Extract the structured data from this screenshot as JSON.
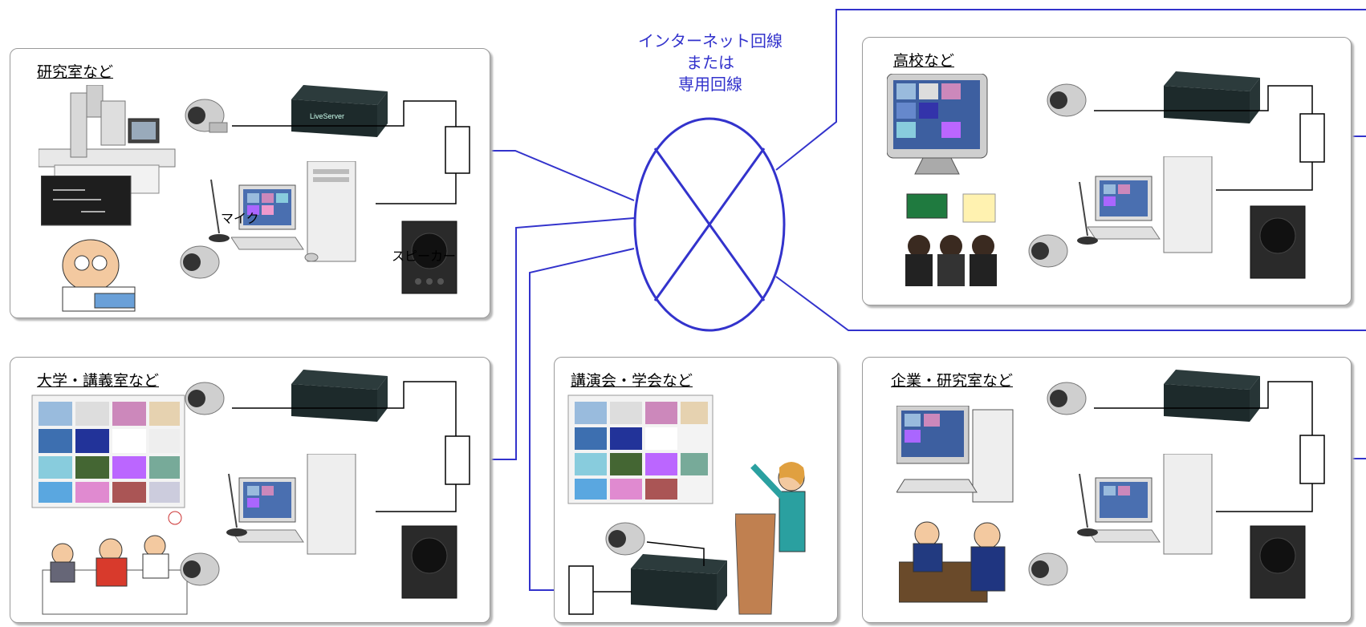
{
  "network": {
    "label_line1": "インターネット回線",
    "label_line2": "または",
    "label_line3": "専用回線",
    "line_color": "#3333cc"
  },
  "panels": {
    "lab": {
      "title": "研究室など",
      "mic_label": "マイク",
      "speaker_label": "スピーカー"
    },
    "highschool": {
      "title": "高校など"
    },
    "university": {
      "title": "大学・講義室など"
    },
    "lecture": {
      "title": "講演会・学会など"
    },
    "company": {
      "title": "企業・研究室など"
    }
  },
  "device": {
    "brand_text": "LiveServer"
  },
  "icons": [
    "camera-icon",
    "liveserver-box-icon",
    "pc-icon",
    "microphone-icon",
    "speaker-icon",
    "monitor-icon",
    "hub-icon"
  ]
}
